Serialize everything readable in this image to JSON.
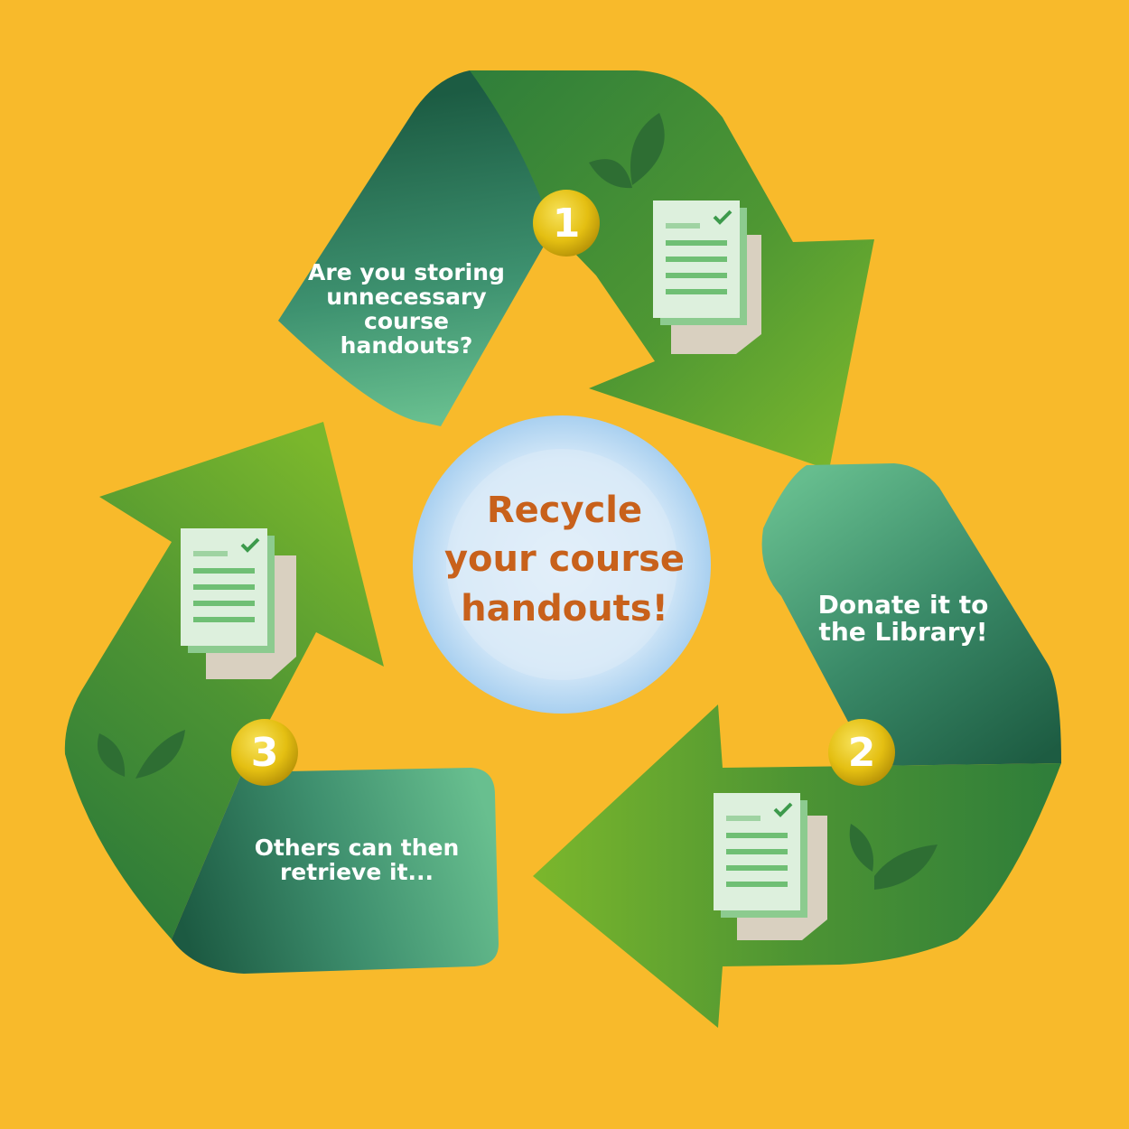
{
  "center": {
    "title": "Recycle\nyour course\nhandouts!"
  },
  "steps": [
    {
      "number": "1",
      "text": "Are you storing\nunnecessary\ncourse\nhandouts?"
    },
    {
      "number": "2",
      "text": "Donate it to\nthe Library!"
    },
    {
      "number": "3",
      "text": "Others can then\nretrieve it..."
    }
  ],
  "icons": {
    "document": "document-stack-icon",
    "leaves": "leaves-icon",
    "check": "check-icon"
  },
  "colors": {
    "background": "#F8BA2B",
    "green_dark": "#1E5F45",
    "green_mid": "#3F8C36",
    "green_light": "#7BB72C",
    "teal_light": "#66BD8E",
    "title_orange": "#C8611B",
    "badge_gold": "#E8C51A",
    "center_circle": "#D8EAF8"
  }
}
